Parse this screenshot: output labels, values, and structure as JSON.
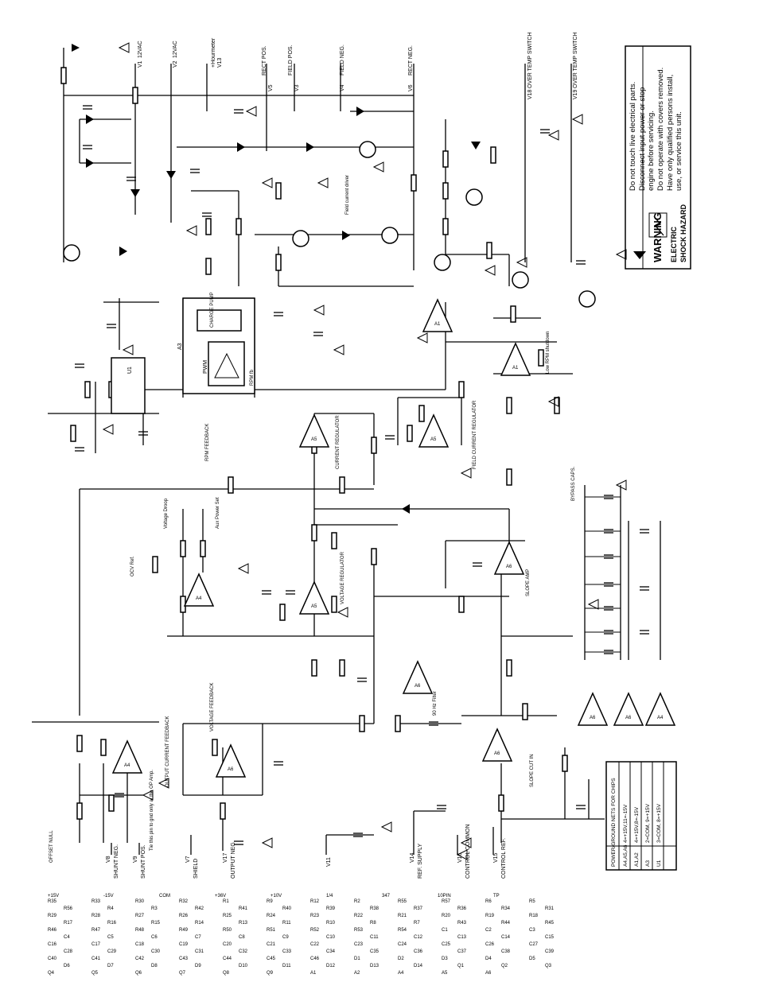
{
  "warning": {
    "title": "WARNING",
    "subtitle_1": "ELECTRIC",
    "subtitle_2": "SHOCK HAZARD",
    "items": [
      "Do not touch live electrical parts.",
      "Disconnect input power or stop",
      "engine before servicing.",
      "Do not operate with covers removed.",
      "Have only qualified persons install,",
      "use, or service this unit."
    ]
  },
  "power_table": {
    "title": "POWER/GROUND NETS FOR CHIPS",
    "rows": [
      [
        "A4,A5,A6",
        "4=+15V,11=-15V"
      ],
      [
        "A1,A2",
        "4=+15V,8=-15V"
      ],
      [
        "A3",
        "2=COM, 9=+15V"
      ],
      [
        "U1",
        "3=COM, 8=+15V"
      ]
    ]
  },
  "top_connectors": [
    {
      "id": "V1",
      "label": "12VAC"
    },
    {
      "id": "V2",
      "label": "12VAC"
    },
    {
      "id": "V13",
      "label": "+Hourmeter"
    },
    {
      "id": "V3",
      "label": "FIELD POS."
    },
    {
      "id": "V4",
      "label": "FIELD NEG."
    },
    {
      "id": "V5",
      "label": "RECT POS."
    },
    {
      "id": "V6",
      "label": "RECT NEG."
    },
    {
      "id": "V18",
      "label": "OVER TEMP SWITCH"
    },
    {
      "id": "V19",
      "label": "OVER TEMP SWITCH"
    }
  ],
  "bottom_connectors": [
    {
      "id": "V8",
      "label": "SHUNT NEG."
    },
    {
      "id": "V9",
      "label": "SHUNT POS."
    },
    {
      "id": "V7",
      "label": "SHIELD"
    },
    {
      "id": "V17",
      "label": "OUTPUT NEG."
    },
    {
      "id": "V11",
      "label": ""
    },
    {
      "id": "V14",
      "label": "REF. SUPPLY"
    },
    {
      "id": "V16",
      "label": "CONTROL COMMON"
    },
    {
      "id": "V15",
      "label": "CONTROL REF."
    }
  ],
  "blocks": {
    "charge_pump": "CHARGE PUMP",
    "pwm": "PWM",
    "rpm_fb": "RPM fb",
    "a3": "A3",
    "u1": "U1"
  },
  "amp_labels": {
    "current_regulator": "CURRENT REGULATOR",
    "field_current_regulator": "FIELD CURRENT REGULATOR",
    "voltage_regulator": "VOLTAGE REGULATOR",
    "slope_amp": "SLOPE AMP",
    "slope_cut_in": "SLOPE CUT IN",
    "output_current_feedback": "OUTPUT CURRENT FEEDBACK",
    "hz_filter": "90 Hz Filter",
    "voltage_feedback": "VOLTAGE FEEDBACK",
    "rpm_feedback": "RPM FEEDBACK",
    "field_current_driver": "Field current driver",
    "voltage_droop": "Voltage Droop",
    "aux_power_set": "Aux Power Set",
    "ocv_ref": "OCV Ref.",
    "low_rpm_shutdown": "Low RPM shutdown",
    "offset_null": "OFFSET NULL",
    "bypass_caps": "BYPASS CAPS.",
    "ground_note": "Tie this pin to gnd only at the OP Amp."
  },
  "component_labels": [
    "R35",
    "R33",
    "R30",
    "R32",
    "R1",
    "R9",
    "R12",
    "R2",
    "R55",
    "R57",
    "R6",
    "R5",
    "R56",
    "R4",
    "R3",
    "R42",
    "R41",
    "R40",
    "R39",
    "R38",
    "R37",
    "R36",
    "R34",
    "R31",
    "R29",
    "R28",
    "R27",
    "R26",
    "R25",
    "R24",
    "R23",
    "R22",
    "R21",
    "R20",
    "R19",
    "R18",
    "R17",
    "R16",
    "R15",
    "R14",
    "R13",
    "R11",
    "R10",
    "R8",
    "R7",
    "R43",
    "R44",
    "R45",
    "R46",
    "R47",
    "R48",
    "R49",
    "R50",
    "R51",
    "R52",
    "R53",
    "R54",
    "C1",
    "C2",
    "C3",
    "C4",
    "C5",
    "C6",
    "C7",
    "C8",
    "C9",
    "C10",
    "C11",
    "C12",
    "C13",
    "C14",
    "C15",
    "C16",
    "C17",
    "C18",
    "C19",
    "C20",
    "C21",
    "C22",
    "C23",
    "C24",
    "C25",
    "C26",
    "C27",
    "C28",
    "C29",
    "C30",
    "C31",
    "C32",
    "C33",
    "C34",
    "C35",
    "C36",
    "C37",
    "C38",
    "C39",
    "C40",
    "C41",
    "C42",
    "C43",
    "C44",
    "C45",
    "C46",
    "D1",
    "D2",
    "D3",
    "D4",
    "D5",
    "D6",
    "D7",
    "D8",
    "D9",
    "D10",
    "D11",
    "D12",
    "D13",
    "D14",
    "Q1",
    "Q2",
    "Q3",
    "Q4",
    "Q5",
    "Q6",
    "Q7",
    "Q8",
    "Q9",
    "A1",
    "A2",
    "A4",
    "A5",
    "A6"
  ],
  "rails": [
    "+15V",
    "-15V",
    "COM",
    "+36V",
    "+10V",
    "1/4",
    "347",
    "10PIN",
    "TP"
  ]
}
